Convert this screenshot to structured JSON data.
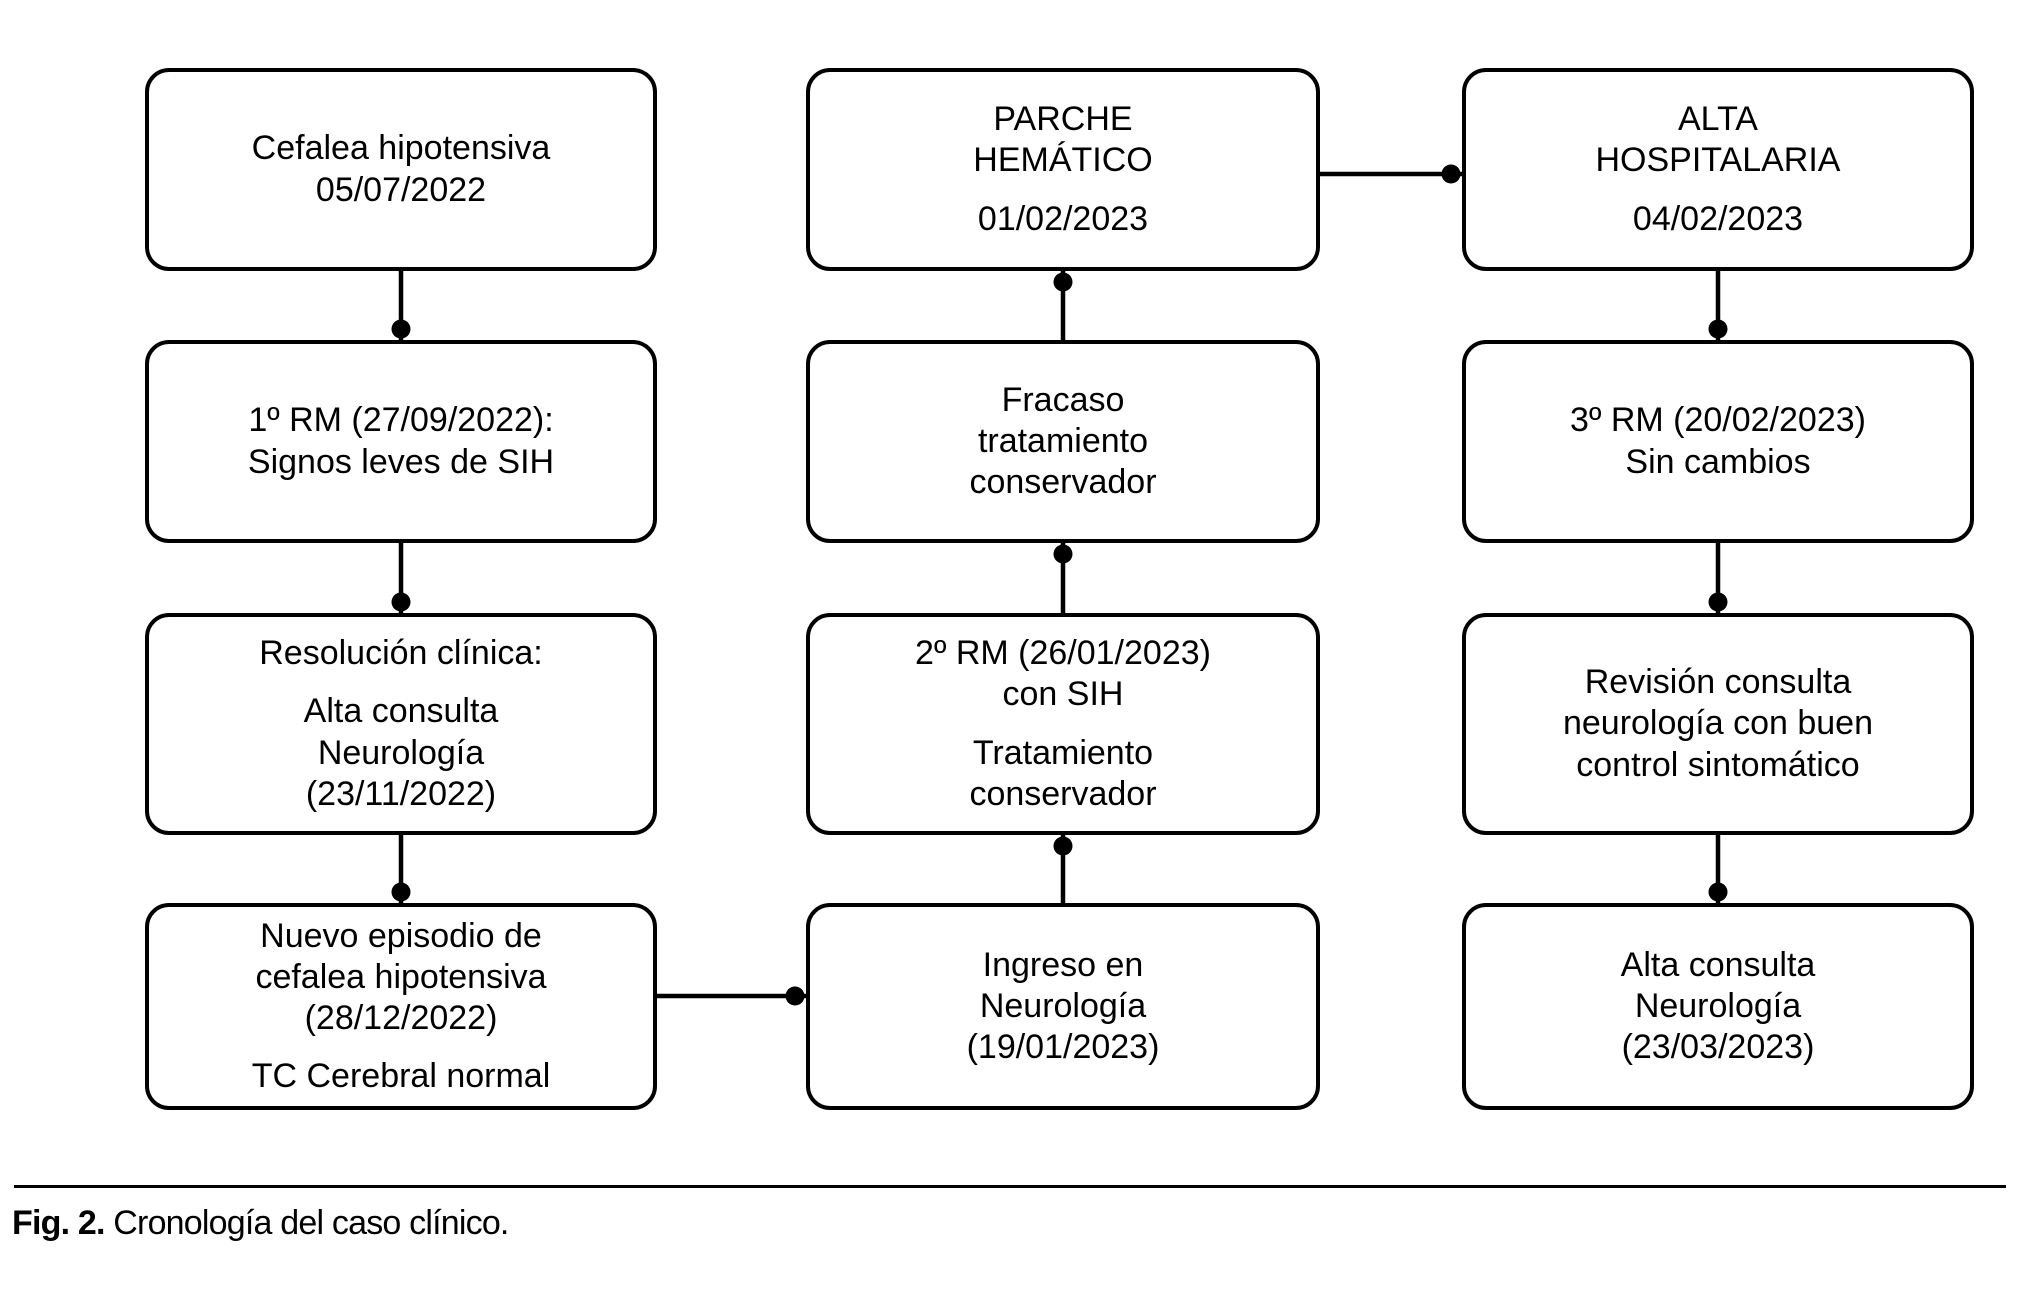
{
  "figure": {
    "caption": {
      "label": "Fig. 2.",
      "text": "Cronología del caso clínico."
    },
    "colors": {
      "ink": "#000000",
      "background": "#ffffff"
    },
    "boxes": {
      "cefalea": {
        "p1": "Cefalea hipotensiva\n05/07/2022"
      },
      "rm1": {
        "p1": "1º RM (27/09/2022):\nSignos leves de SIH"
      },
      "resolucion": {
        "p1": "Resolución clínica:",
        "p2": "Alta consulta\nNeurología\n(23/11/2022)"
      },
      "nuevo_episodio": {
        "p1": "Nuevo episodio de\ncefalea hipotensiva\n(28/12/2022)",
        "p2": "TC Cerebral normal"
      },
      "parche": {
        "p1": "PARCHE\nHEMÁTICO",
        "p2": "01/02/2023"
      },
      "fracaso": {
        "p1": "Fracaso\ntratamiento\nconservador"
      },
      "rm2": {
        "p1": "2º RM (26/01/2023)\ncon SIH",
        "p2": "Tratamiento\nconservador"
      },
      "ingreso": {
        "p1": "Ingreso en\nNeurología\n(19/01/2023)"
      },
      "alta_hospitalaria": {
        "p1": "ALTA\nHOSPITALARIA",
        "p2": "04/02/2023"
      },
      "rm3": {
        "p1": "3º RM (20/02/2023)\nSin cambios"
      },
      "revision": {
        "p1": "Revisión consulta\nneurología con buen\ncontrol sintomático"
      },
      "alta_consulta": {
        "p1": "Alta consulta\nNeurología\n(23/03/2023)"
      }
    }
  }
}
